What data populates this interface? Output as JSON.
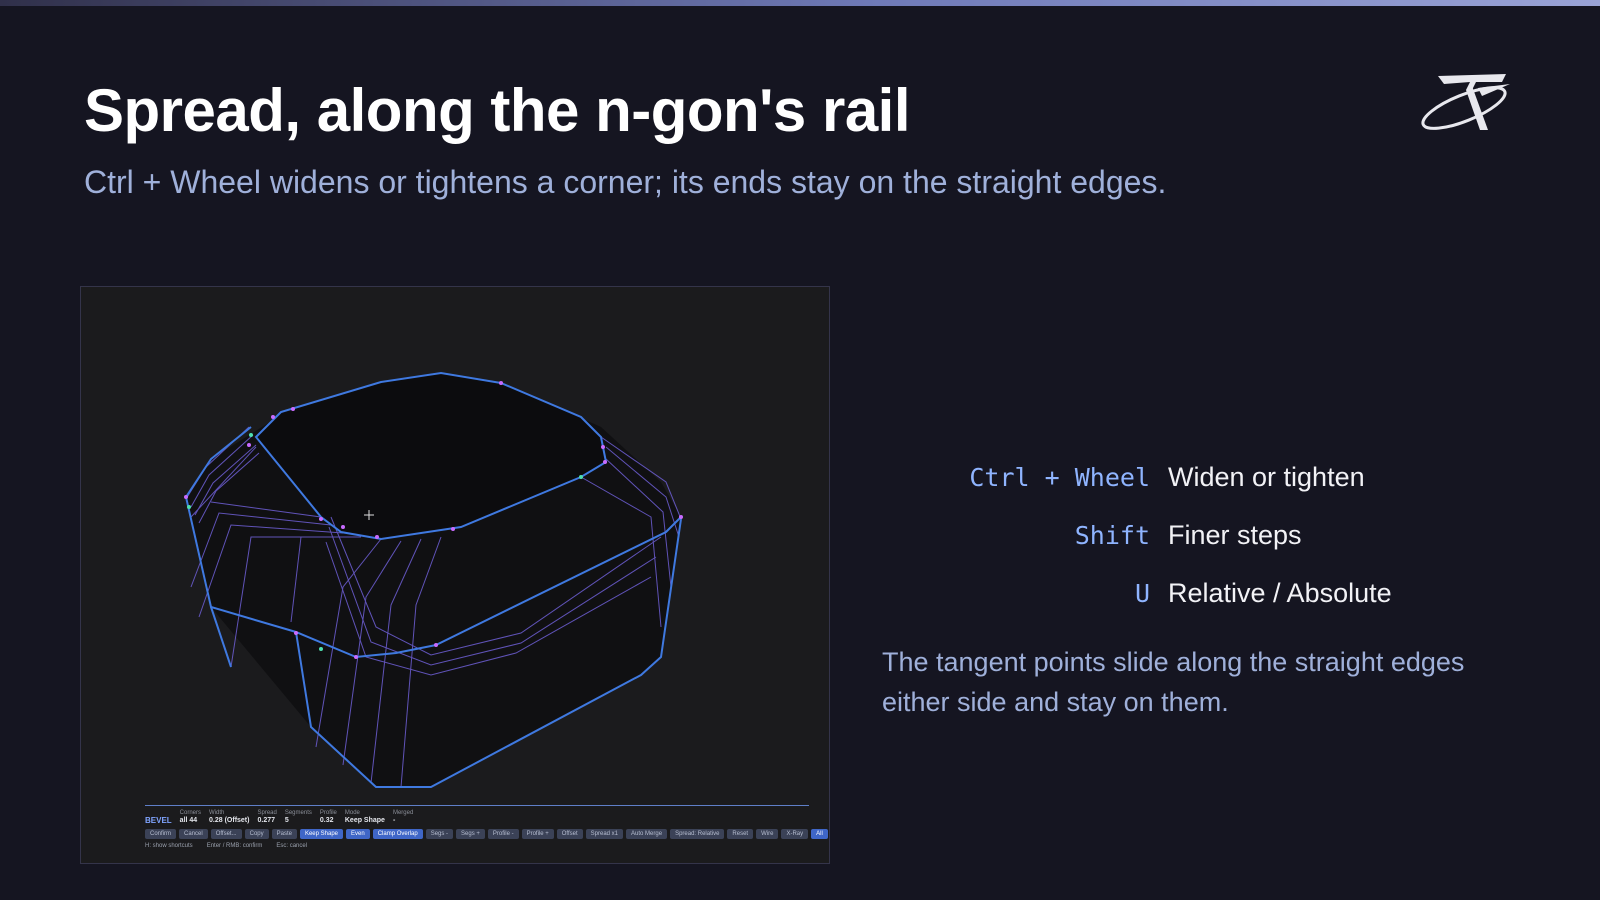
{
  "slide": {
    "title": "Spread, along the n-gon's rail",
    "subtitle": "Ctrl + Wheel widens or tightens a corner; its ends stay on the straight edges."
  },
  "logo": {
    "icon": "tx-swoosh-logo"
  },
  "viewport": {
    "hud": {
      "tag": "BEVEL",
      "fields": [
        {
          "label": "Corners",
          "value": "all 44"
        },
        {
          "label": "Width",
          "value": "0.28 (Offset)"
        },
        {
          "label": "Spread",
          "value": "0.277"
        },
        {
          "label": "Segments",
          "value": "5"
        },
        {
          "label": "Profile",
          "value": "0.32"
        },
        {
          "label": "Mode",
          "value": "Keep Shape"
        },
        {
          "label": "Merged",
          "value": "-"
        }
      ],
      "buttons": [
        {
          "label": "Confirm",
          "active": false
        },
        {
          "label": "Cancel",
          "active": false
        },
        {
          "label": "Offset...",
          "active": false
        },
        {
          "label": "Copy",
          "active": false
        },
        {
          "label": "Paste",
          "active": false
        },
        {
          "label": "Keep Shape",
          "active": true
        },
        {
          "label": "Even",
          "active": true
        },
        {
          "label": "Clamp Overlap",
          "active": true
        },
        {
          "label": "Segs -",
          "active": false
        },
        {
          "label": "Segs +",
          "active": false
        },
        {
          "label": "Profile -",
          "active": false
        },
        {
          "label": "Profile +",
          "active": false
        },
        {
          "label": "Offset",
          "active": false
        },
        {
          "label": "Spread x1",
          "active": false
        },
        {
          "label": "Auto Merge",
          "active": false
        },
        {
          "label": "Spread: Relative",
          "active": false
        },
        {
          "label": "Reset",
          "active": false
        },
        {
          "label": "Wire",
          "active": false
        },
        {
          "label": "X-Ray",
          "active": false
        },
        {
          "label": "All",
          "active": true
        }
      ],
      "hints": [
        "H: show shortcuts",
        "Enter / RMB: confirm",
        "Esc: cancel"
      ]
    }
  },
  "shortcuts": [
    {
      "key": "Ctrl + Wheel",
      "desc": "Widen or tighten"
    },
    {
      "key": "Shift",
      "desc": "Finer steps"
    },
    {
      "key": "U",
      "desc": "Relative / Absolute"
    }
  ],
  "note": "The tangent points slide along the straight edges either side and stay on them.",
  "colors": {
    "background": "#151521",
    "accent": "#8fb4ff",
    "edge": "#3f79e0",
    "subtitle": "#9fb0da"
  }
}
